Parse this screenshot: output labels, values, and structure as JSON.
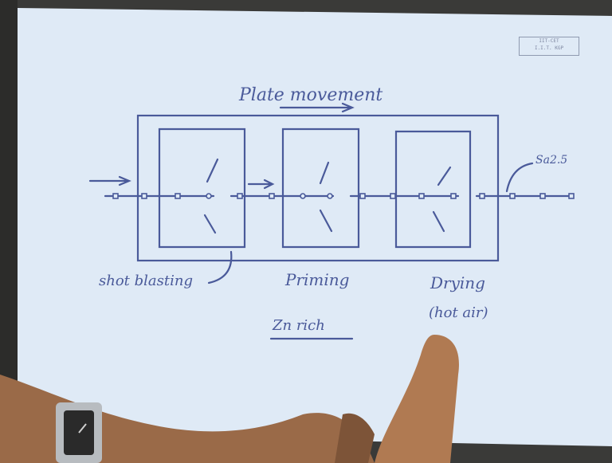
{
  "diagram": {
    "title": "Plate movement",
    "stages": [
      {
        "label": "shot blasting"
      },
      {
        "label": "Priming"
      },
      {
        "label": "Drying"
      }
    ],
    "drying_note": "(hot air)",
    "standard_label": "Sa2.5",
    "primer_note": "Zn rich"
  },
  "watermark": {
    "line1": "IIT-CET",
    "line2": "I.I.T. KGP"
  },
  "colors": {
    "paper": "#dfeaf6",
    "ink": "#4a5a9a",
    "background": "#3a3a38"
  }
}
